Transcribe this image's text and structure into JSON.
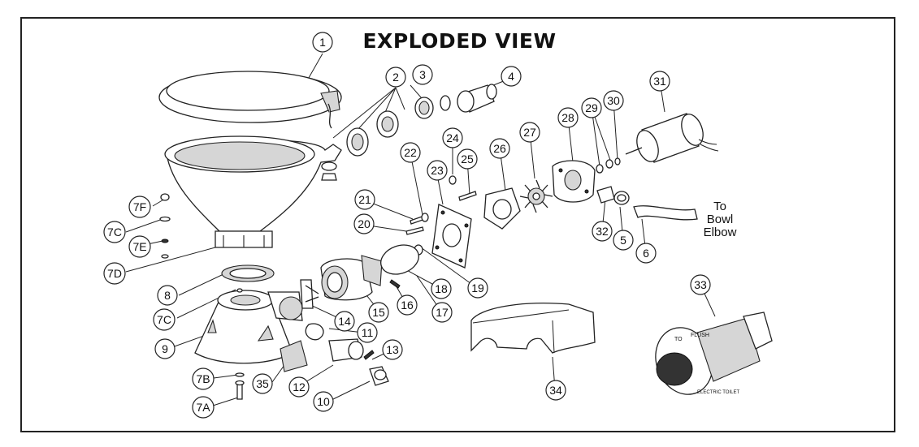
{
  "title": "EXPLODED VIEW",
  "note_lines": [
    "To",
    "Bowl",
    "Elbow"
  ],
  "knob": {
    "flush_label": "FLUSH",
    "to_label": "TO",
    "brand_label": "ELECTRIC TOILET"
  },
  "callouts": {
    "c1": "1",
    "c2": "2",
    "c3": "3",
    "c4": "4",
    "c5": "5",
    "c6": "6",
    "c7F": "7F",
    "c7C_top": "7C",
    "c7E": "7E",
    "c7D": "7D",
    "c8": "8",
    "c7C_bottom": "7C",
    "c9": "9",
    "c7B": "7B",
    "c7A": "7A",
    "c35": "35",
    "c12": "12",
    "c10": "10",
    "c11": "11",
    "c13": "13",
    "c14": "14",
    "c15": "15",
    "c16": "16",
    "c17": "17",
    "c18": "18",
    "c19": "19",
    "c20": "20",
    "c21": "21",
    "c22": "22",
    "c23": "23",
    "c24": "24",
    "c25": "25",
    "c26": "26",
    "c27": "27",
    "c28": "28",
    "c29": "29",
    "c30": "30",
    "c31": "31",
    "c32": "32",
    "c33": "33",
    "c34": "34"
  }
}
